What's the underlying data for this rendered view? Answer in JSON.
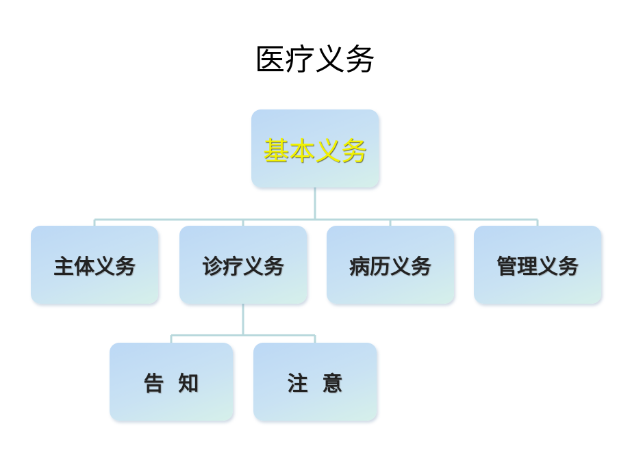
{
  "title": "医疗义务",
  "root": {
    "label": "基本义务"
  },
  "level1": [
    {
      "label": "主体义务"
    },
    {
      "label": "诊疗义务"
    },
    {
      "label": "病历义务"
    },
    {
      "label": "管理义务"
    }
  ],
  "level2": [
    {
      "label": "告  知"
    },
    {
      "label": "注  意"
    }
  ],
  "colors": {
    "node_fill_top": "#bcd8f5",
    "node_fill_bottom": "#d6f0ea",
    "connector": "#b8d8dc",
    "root_text": "#f2f200"
  }
}
